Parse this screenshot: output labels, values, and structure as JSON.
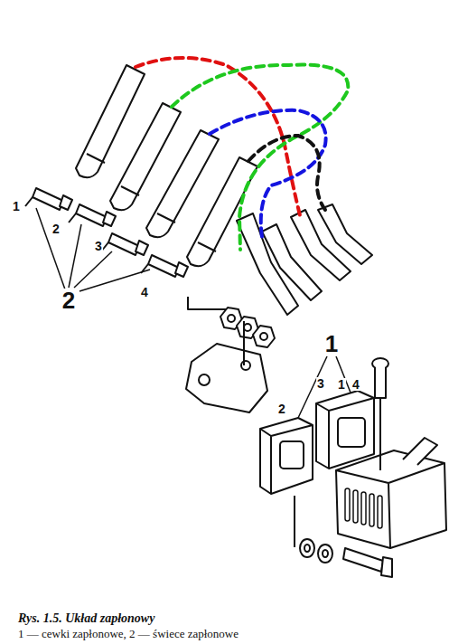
{
  "diagram": {
    "caption": "Rys. 1.5. Układ zapłonowy",
    "labels": [
      "1",
      "2",
      "3",
      "4",
      "2",
      "1",
      "2",
      "3",
      "1",
      "4",
      "1 — cewki zapłonowe, 2 — świece zapłonowe"
    ]
  }
}
